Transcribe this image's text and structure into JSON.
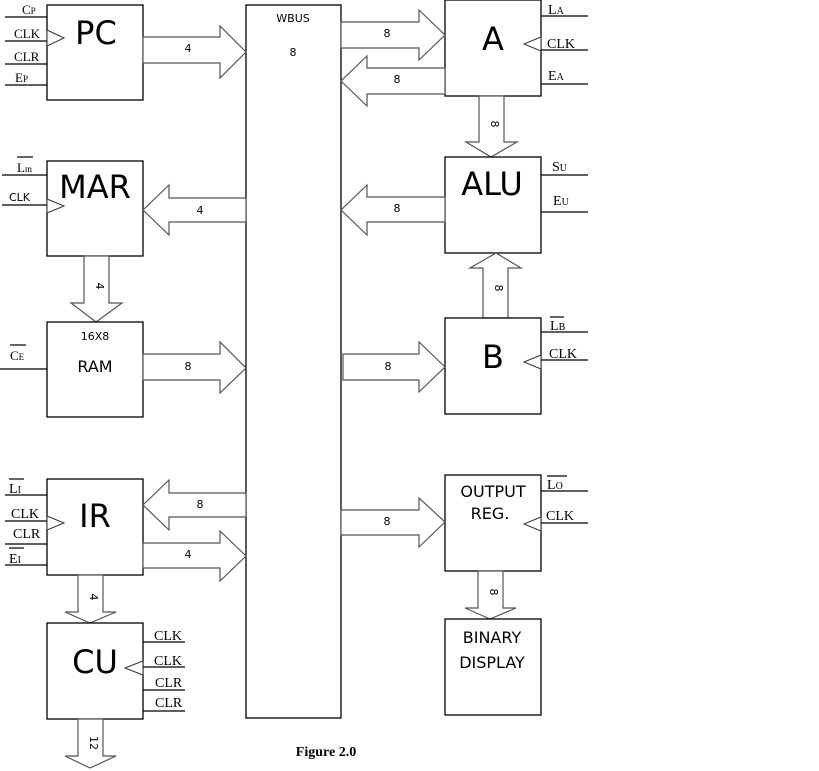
{
  "diagram": {
    "caption": "Figure 2.0",
    "bus": {
      "label": "WBUS",
      "width": "8"
    },
    "blocks": {
      "pc": {
        "label": "PC",
        "signals": [
          "CP",
          "CLK",
          "CLR",
          "EP"
        ]
      },
      "mar": {
        "label": "MAR",
        "signals": [
          "Lm",
          "CLK"
        ]
      },
      "ram": {
        "label": "RAM",
        "sublabel": "16X8",
        "signals": [
          "CE"
        ]
      },
      "ir": {
        "label": "IR",
        "signals": [
          "LI",
          "CLK",
          "CLR",
          "EI"
        ]
      },
      "cu": {
        "label": "CU",
        "signals": [
          "CLK",
          "CLK",
          "CLR",
          "CLR"
        ]
      },
      "a": {
        "label": "A",
        "signals": [
          "LA",
          "CLK",
          "EA"
        ]
      },
      "alu": {
        "label": "ALU",
        "signals": [
          "SU",
          "EU"
        ]
      },
      "b": {
        "label": "B",
        "signals": [
          "LB",
          "CLK"
        ]
      },
      "out": {
        "label_line1": "OUTPUT",
        "label_line2": "REG.",
        "signals": [
          "LO",
          "CLK"
        ]
      },
      "display": {
        "label_line1": "BINARY",
        "label_line2": "DISPLAY"
      }
    },
    "signal_parts": {
      "cp": [
        "C",
        "P"
      ],
      "ep": [
        "E",
        "P"
      ],
      "lm": [
        "L",
        "m"
      ],
      "ce": [
        "C",
        "E"
      ],
      "li": [
        "L",
        "I"
      ],
      "ei": [
        "E",
        "I"
      ],
      "la": [
        "L",
        "A"
      ],
      "ea": [
        "E",
        "A"
      ],
      "su": [
        "S",
        "U"
      ],
      "eu": [
        "E",
        "U"
      ],
      "lb": [
        "L",
        "B"
      ],
      "lo": [
        "L",
        "O"
      ],
      "clk": "CLK",
      "clr": "CLR"
    },
    "connections": [
      {
        "from": "PC",
        "to": "WBUS",
        "bits": "4"
      },
      {
        "from": "WBUS",
        "to": "MAR",
        "bits": "4"
      },
      {
        "from": "MAR",
        "to": "RAM",
        "bits": "4"
      },
      {
        "from": "RAM",
        "to": "WBUS",
        "bits": "8"
      },
      {
        "from": "WBUS",
        "to": "IR",
        "bits": "8"
      },
      {
        "from": "IR",
        "to": "WBUS",
        "bits": "4"
      },
      {
        "from": "IR",
        "to": "CU",
        "bits": "4"
      },
      {
        "from": "CU",
        "to": "control",
        "bits": "12"
      },
      {
        "from": "WBUS",
        "to": "A",
        "bits": "8"
      },
      {
        "from": "A",
        "to": "WBUS",
        "bits": "8"
      },
      {
        "from": "A",
        "to": "ALU",
        "bits": "8"
      },
      {
        "from": "ALU",
        "to": "WBUS",
        "bits": "8"
      },
      {
        "from": "B",
        "to": "ALU",
        "bits": "8"
      },
      {
        "from": "WBUS",
        "to": "B",
        "bits": "8"
      },
      {
        "from": "WBUS",
        "to": "OUTPUT REG.",
        "bits": "8"
      },
      {
        "from": "OUTPUT REG.",
        "to": "BINARY DISPLAY",
        "bits": "8"
      }
    ]
  }
}
